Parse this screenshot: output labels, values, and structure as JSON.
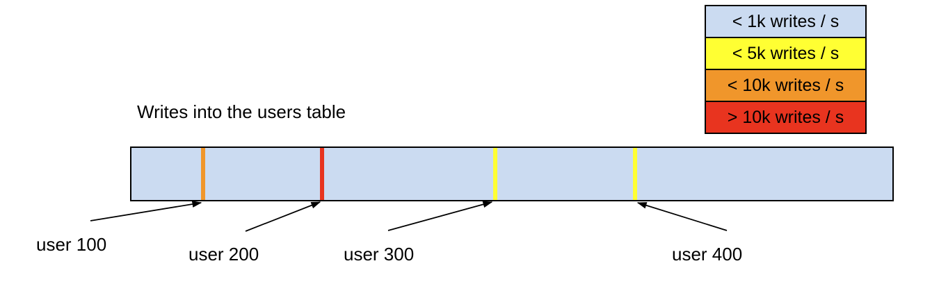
{
  "title": "Writes into the users table",
  "legend": {
    "items": [
      {
        "label": "< 1k writes / s",
        "color": "#cbdbf1"
      },
      {
        "label": "< 5k writes / s",
        "color": "#ffff33"
      },
      {
        "label": "< 10k writes / s",
        "color": "#f0962b"
      },
      {
        "label": "> 10k writes / s",
        "color": "#e8341f"
      }
    ]
  },
  "bar": {
    "fill": "#cbdbf1",
    "border_color": "#000000"
  },
  "markers": [
    {
      "label": "user 100",
      "color": "#f0962b"
    },
    {
      "label": "user 200",
      "color": "#e8341f"
    },
    {
      "label": "user 300",
      "color": "#ffff33"
    },
    {
      "label": "user 400",
      "color": "#ffff33"
    }
  ]
}
